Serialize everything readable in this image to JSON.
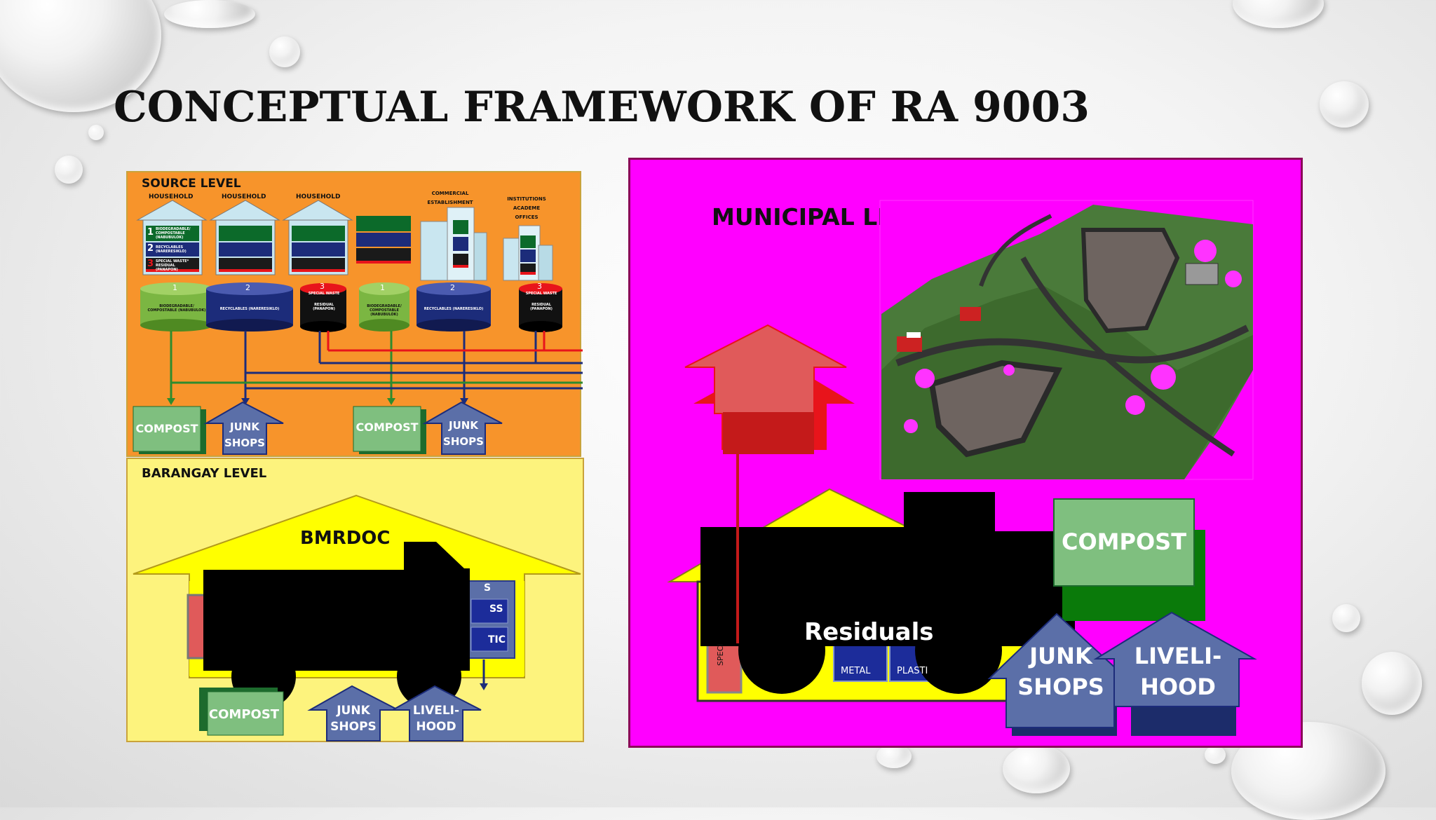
{
  "slide": {
    "title": "CONCEPTUAL FRAMEWORK OF RA 9003"
  },
  "source_level": {
    "label": "SOURCE LEVEL",
    "households": [
      "HOUSEHOLD",
      "HOUSEHOLD",
      "HOUSEHOLD"
    ],
    "commercial": "COMMERCIAL ESTABLISHMENT",
    "institutions": "INSTITUTIONS ACADEME OFFICES",
    "bin_labels": [
      "BIODEGRADABLE/ COMPOSTABLE (NABUBULOK)",
      "RECYCLABLES (NARERESIKLO)",
      "SPECIAL WASTE* RESIDUAL (PANAPON)"
    ],
    "bin_numbers": [
      "1",
      "2",
      "3"
    ],
    "drums": [
      {
        "num": "1",
        "label": "BIODEGRADABLE/ COMPOSTABLE (NABUBULOK)"
      },
      {
        "num": "2",
        "label": "RECYCLABLES (NARERESIKLO)"
      },
      {
        "num": "3",
        "top": "SPECIAL WASTE",
        "label": "RESIDUAL (PANAPON)"
      },
      {
        "num": "1",
        "label": "BIODEGRADABLE/ COMPOSTABLE (NABUBULOK)"
      },
      {
        "num": "2",
        "label": "RECYCLABLES (NARERESIKLO)"
      },
      {
        "num": "3",
        "top": "SPECIAL WASTE",
        "label": "RESIDUAL (PANAPON)"
      }
    ],
    "compost": "COMPOST",
    "junk_line1": "JUNK",
    "junk_line2": "SHOPS"
  },
  "barangay_level": {
    "label": "BARANGAY LEVEL",
    "facility": "BMRDOC",
    "partial_text": [
      "S",
      "SS",
      "TIC"
    ],
    "compost": "COMPOST",
    "junk_line1": "JUNK",
    "junk_line2": "SHOPS",
    "liveli_line1": "LIVELI-",
    "liveli_line2": "HOOD"
  },
  "municipal_level": {
    "label": "MUNICIPAL LEVEL",
    "truck_label": "Residuals",
    "compost": "COMPOST",
    "junk_line1": "JUNK",
    "junk_line2": "SHOPS",
    "liveli_line1": "LIVELI-",
    "liveli_line2": "HOOD",
    "bins": [
      "METAL",
      "PLASTI"
    ],
    "special": "SPECI"
  },
  "colors": {
    "source_bg": "#f7942b",
    "barangay_bg": "#fdf37d",
    "municipal_bg": "#ff00ff",
    "compost_green": "#7fbf7f",
    "arrow_blue": "#5b6fa8",
    "bin_green": "#0c6a2a",
    "bin_navy": "#1c2c7a",
    "bin_red": "#e8141b"
  }
}
